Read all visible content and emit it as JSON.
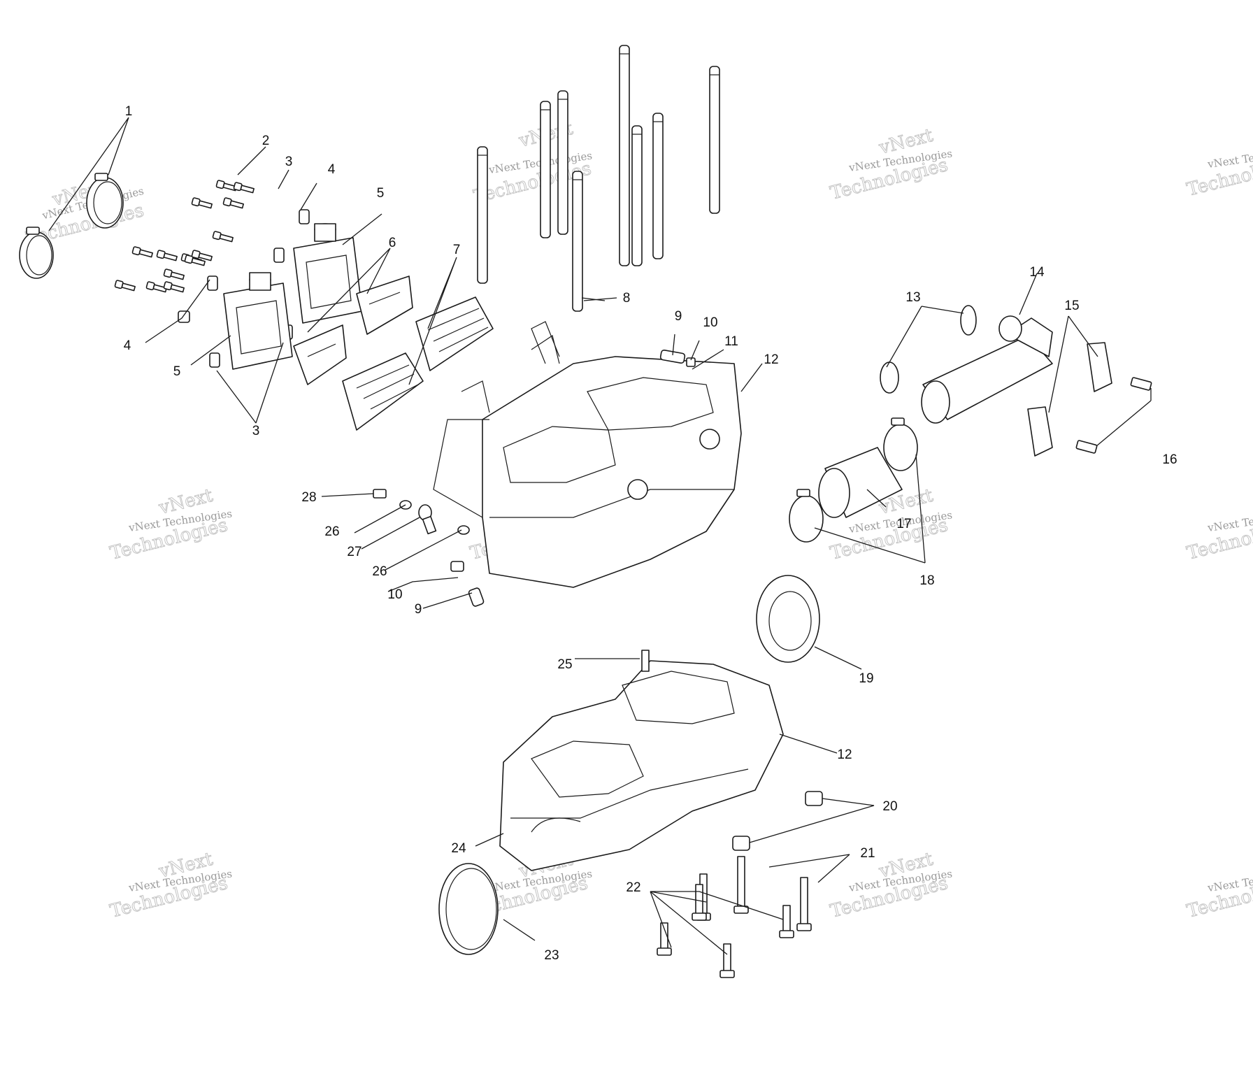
{
  "watermark": {
    "line1": "vNext",
    "line2": "vNext Technologies",
    "line3": "Technologies"
  },
  "callouts": {
    "c1": "1",
    "c2": "2",
    "c3a": "3",
    "c3b": "3",
    "c4a": "4",
    "c4b": "4",
    "c5a": "5",
    "c5b": "5",
    "c6": "6",
    "c7": "7",
    "c8": "8",
    "c9a": "9",
    "c9b": "9",
    "c10a": "10",
    "c10b": "10",
    "c11": "11",
    "c12a": "12",
    "c12b": "12",
    "c13": "13",
    "c14": "14",
    "c15": "15",
    "c16": "16",
    "c17": "17",
    "c18": "18",
    "c19": "19",
    "c20": "20",
    "c21": "21",
    "c22": "22",
    "c23": "23",
    "c24": "24",
    "c25": "25",
    "c26a": "26",
    "c26b": "26",
    "c27": "27",
    "c28": "28"
  }
}
